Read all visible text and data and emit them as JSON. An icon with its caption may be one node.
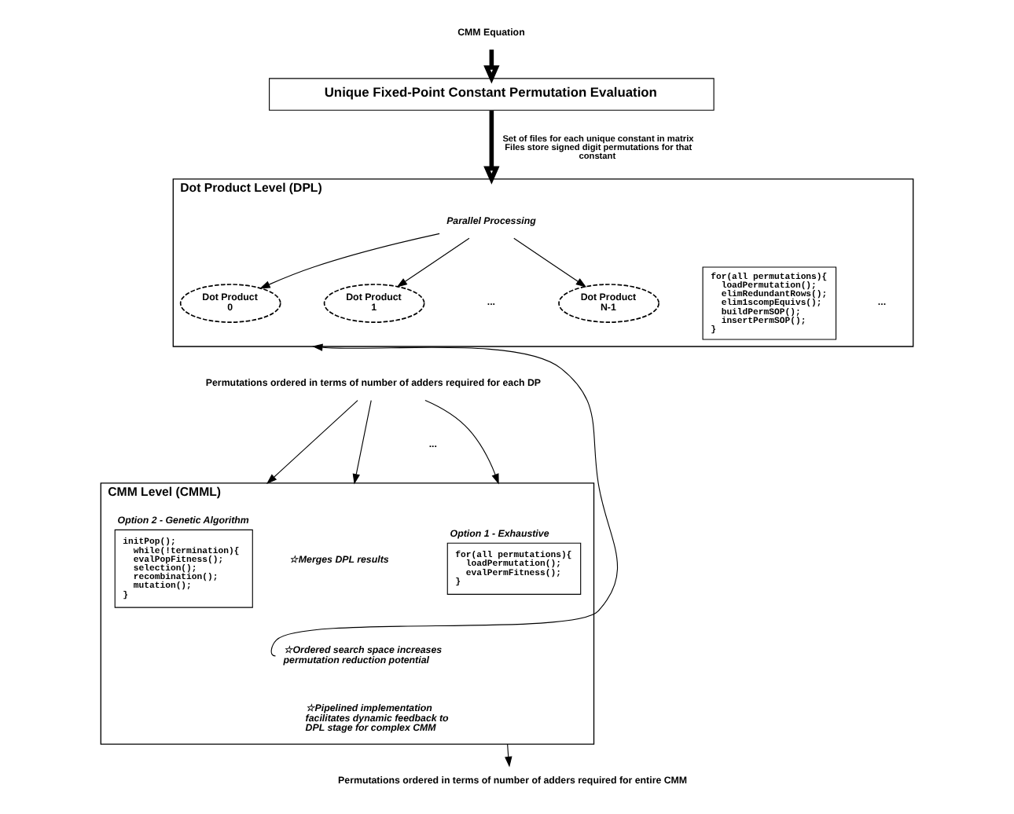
{
  "diagram": {
    "nodes": [
      {
        "text": [
          "CMM Equation"
        ]
      },
      {
        "text": [
          "Unique Fixed-Point Constant Permutation Evaluation"
        ]
      },
      {
        "text": [
          "Dot Product Level (DPL)"
        ]
      },
      {
        "text": [
          "Parallel Processing"
        ],
        "in": 2
      },
      {
        "text": [
          "Dot Product 0"
        ],
        "in": 2
      },
      {
        "text": [
          "Dot Product 1"
        ],
        "in": 2
      },
      {
        "text": [
          "Dot Product N-1"
        ],
        "in": 2
      },
      {
        "text": [
          "for(all permutations){",
          "loadPermutation();",
          "elimRedundantRows();",
          "elim1scompEquivs();",
          "buildPermSOP();",
          "insertPermSOP();",
          "}"
        ],
        "in": 2
      },
      {
        "text": [
          "Permutations ordered in terms of number of adders required for each DP"
        ]
      },
      {
        "text": [
          "CMM Level (CMML)"
        ]
      },
      {
        "text": [
          "☆Merges DPL results"
        ],
        "in": 9
      },
      {
        "text": [
          "☆Ordered search space increases permutation reduction potential"
        ],
        "in": 9
      },
      {
        "text": [
          "☆Pipelined implementation facilitates dynamic feedback to DPL stage for complex CMM"
        ],
        "in": 9
      },
      {
        "text": [
          "Option 1 - Exhaustive",
          "for(all permutations){",
          "loadPermutation();",
          "evalPermFitness();",
          "}"
        ],
        "in": 9
      },
      {
        "text": [
          "Option 2 - Genetic Algorithm",
          "initPop();",
          "while(!termination){",
          "evalPopFitness();",
          "selection();",
          "recombination();",
          "mutation();",
          "}"
        ],
        "in": 9
      },
      {
        "text": [
          "Permutations ordered in terms of number of adders required for entire CMM"
        ]
      }
    ],
    "edges": [
      {
        "from": 0,
        "to": 1,
        "arrow": "to",
        "style": "thick"
      },
      {
        "from": 1,
        "to": 2,
        "arrow": "to",
        "style": "thick",
        "label": "Set of files for each unique constant in matrix Files store signed digit permutations for that constant"
      },
      {
        "from": 3,
        "to": 4,
        "arrow": "to"
      },
      {
        "from": 3,
        "to": 5,
        "arrow": "to"
      },
      {
        "from": 3,
        "to": 6,
        "arrow": "to"
      },
      {
        "from": 8,
        "to": 9,
        "arrow": "to"
      },
      {
        "from": 8,
        "to": 9,
        "arrow": "to"
      },
      {
        "from": 8,
        "to": 9,
        "arrow": "to"
      },
      {
        "from": 11,
        "to": 2,
        "arrow": "to"
      },
      {
        "from": 9,
        "to": 15,
        "arrow": "to"
      }
    ],
    "labels": [
      "...",
      "...",
      "..."
    ]
  }
}
